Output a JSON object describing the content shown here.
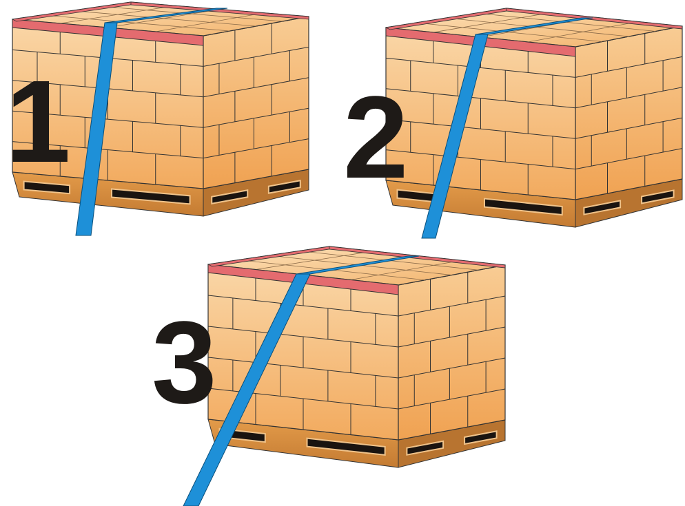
{
  "pallets": [
    {
      "number": "1"
    },
    {
      "number": "2"
    },
    {
      "number": "3"
    }
  ],
  "colors": {
    "box_light": "#f9d2a2",
    "box_dark": "#f0a85a",
    "box_top_light": "#fbdcb0",
    "box_top_dark": "#f2b46c",
    "edge_protector": "#e46b6f",
    "strap": "#1e90d8",
    "pallet_wood": "#d98f3f",
    "pallet_wood_dark": "#b87430",
    "pallet_slot": "#1a1410",
    "outline": "#333333",
    "number": "#1e1a17"
  }
}
